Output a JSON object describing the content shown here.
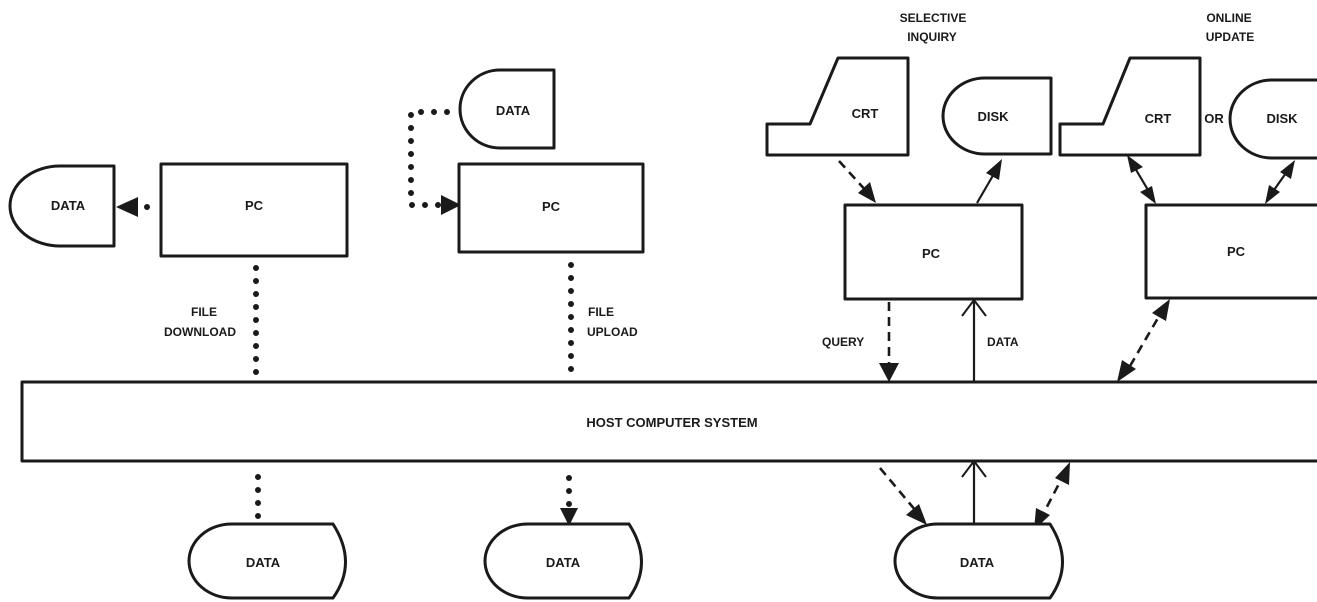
{
  "diagram": {
    "host": "HOST COMPUTER SYSTEM",
    "file_download": {
      "pc": "PC",
      "data_left": "DATA",
      "label_line1": "FILE",
      "label_line2": "DOWNLOAD",
      "data_bottom": "DATA"
    },
    "file_upload": {
      "pc": "PC",
      "data_top": "DATA",
      "label_line1": "FILE",
      "label_line2": "UPLOAD",
      "data_bottom": "DATA"
    },
    "selective_inquiry": {
      "title_line1": "SELECTIVE",
      "title_line2": "INQUIRY",
      "crt": "CRT",
      "disk": "DISK",
      "pc": "PC",
      "query_label": "QUERY",
      "data_label": "DATA"
    },
    "online_update": {
      "title_line1": "ONLINE",
      "title_line2": "UPDATE",
      "crt": "CRT",
      "or": "OR",
      "disk": "DISK",
      "pc": "PC"
    },
    "shared_data": "DATA"
  }
}
